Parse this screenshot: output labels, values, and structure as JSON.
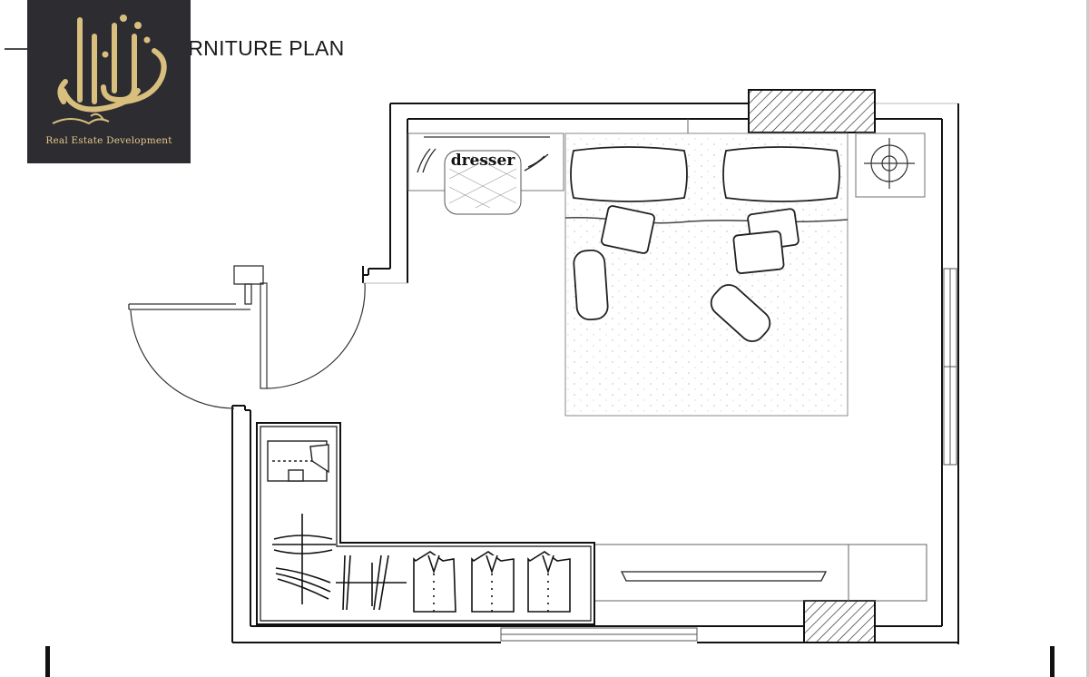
{
  "header": {
    "title": "FURNITURE PLAN"
  },
  "logo": {
    "subtitle": "Real Estate Development",
    "arabic": "الرضوان العقارية",
    "icon": "calligraphy-logo-icon",
    "bg_color": "#2d2c31",
    "gold_color": "#d9bf7e"
  },
  "plan": {
    "dresser_label": "dresser"
  }
}
